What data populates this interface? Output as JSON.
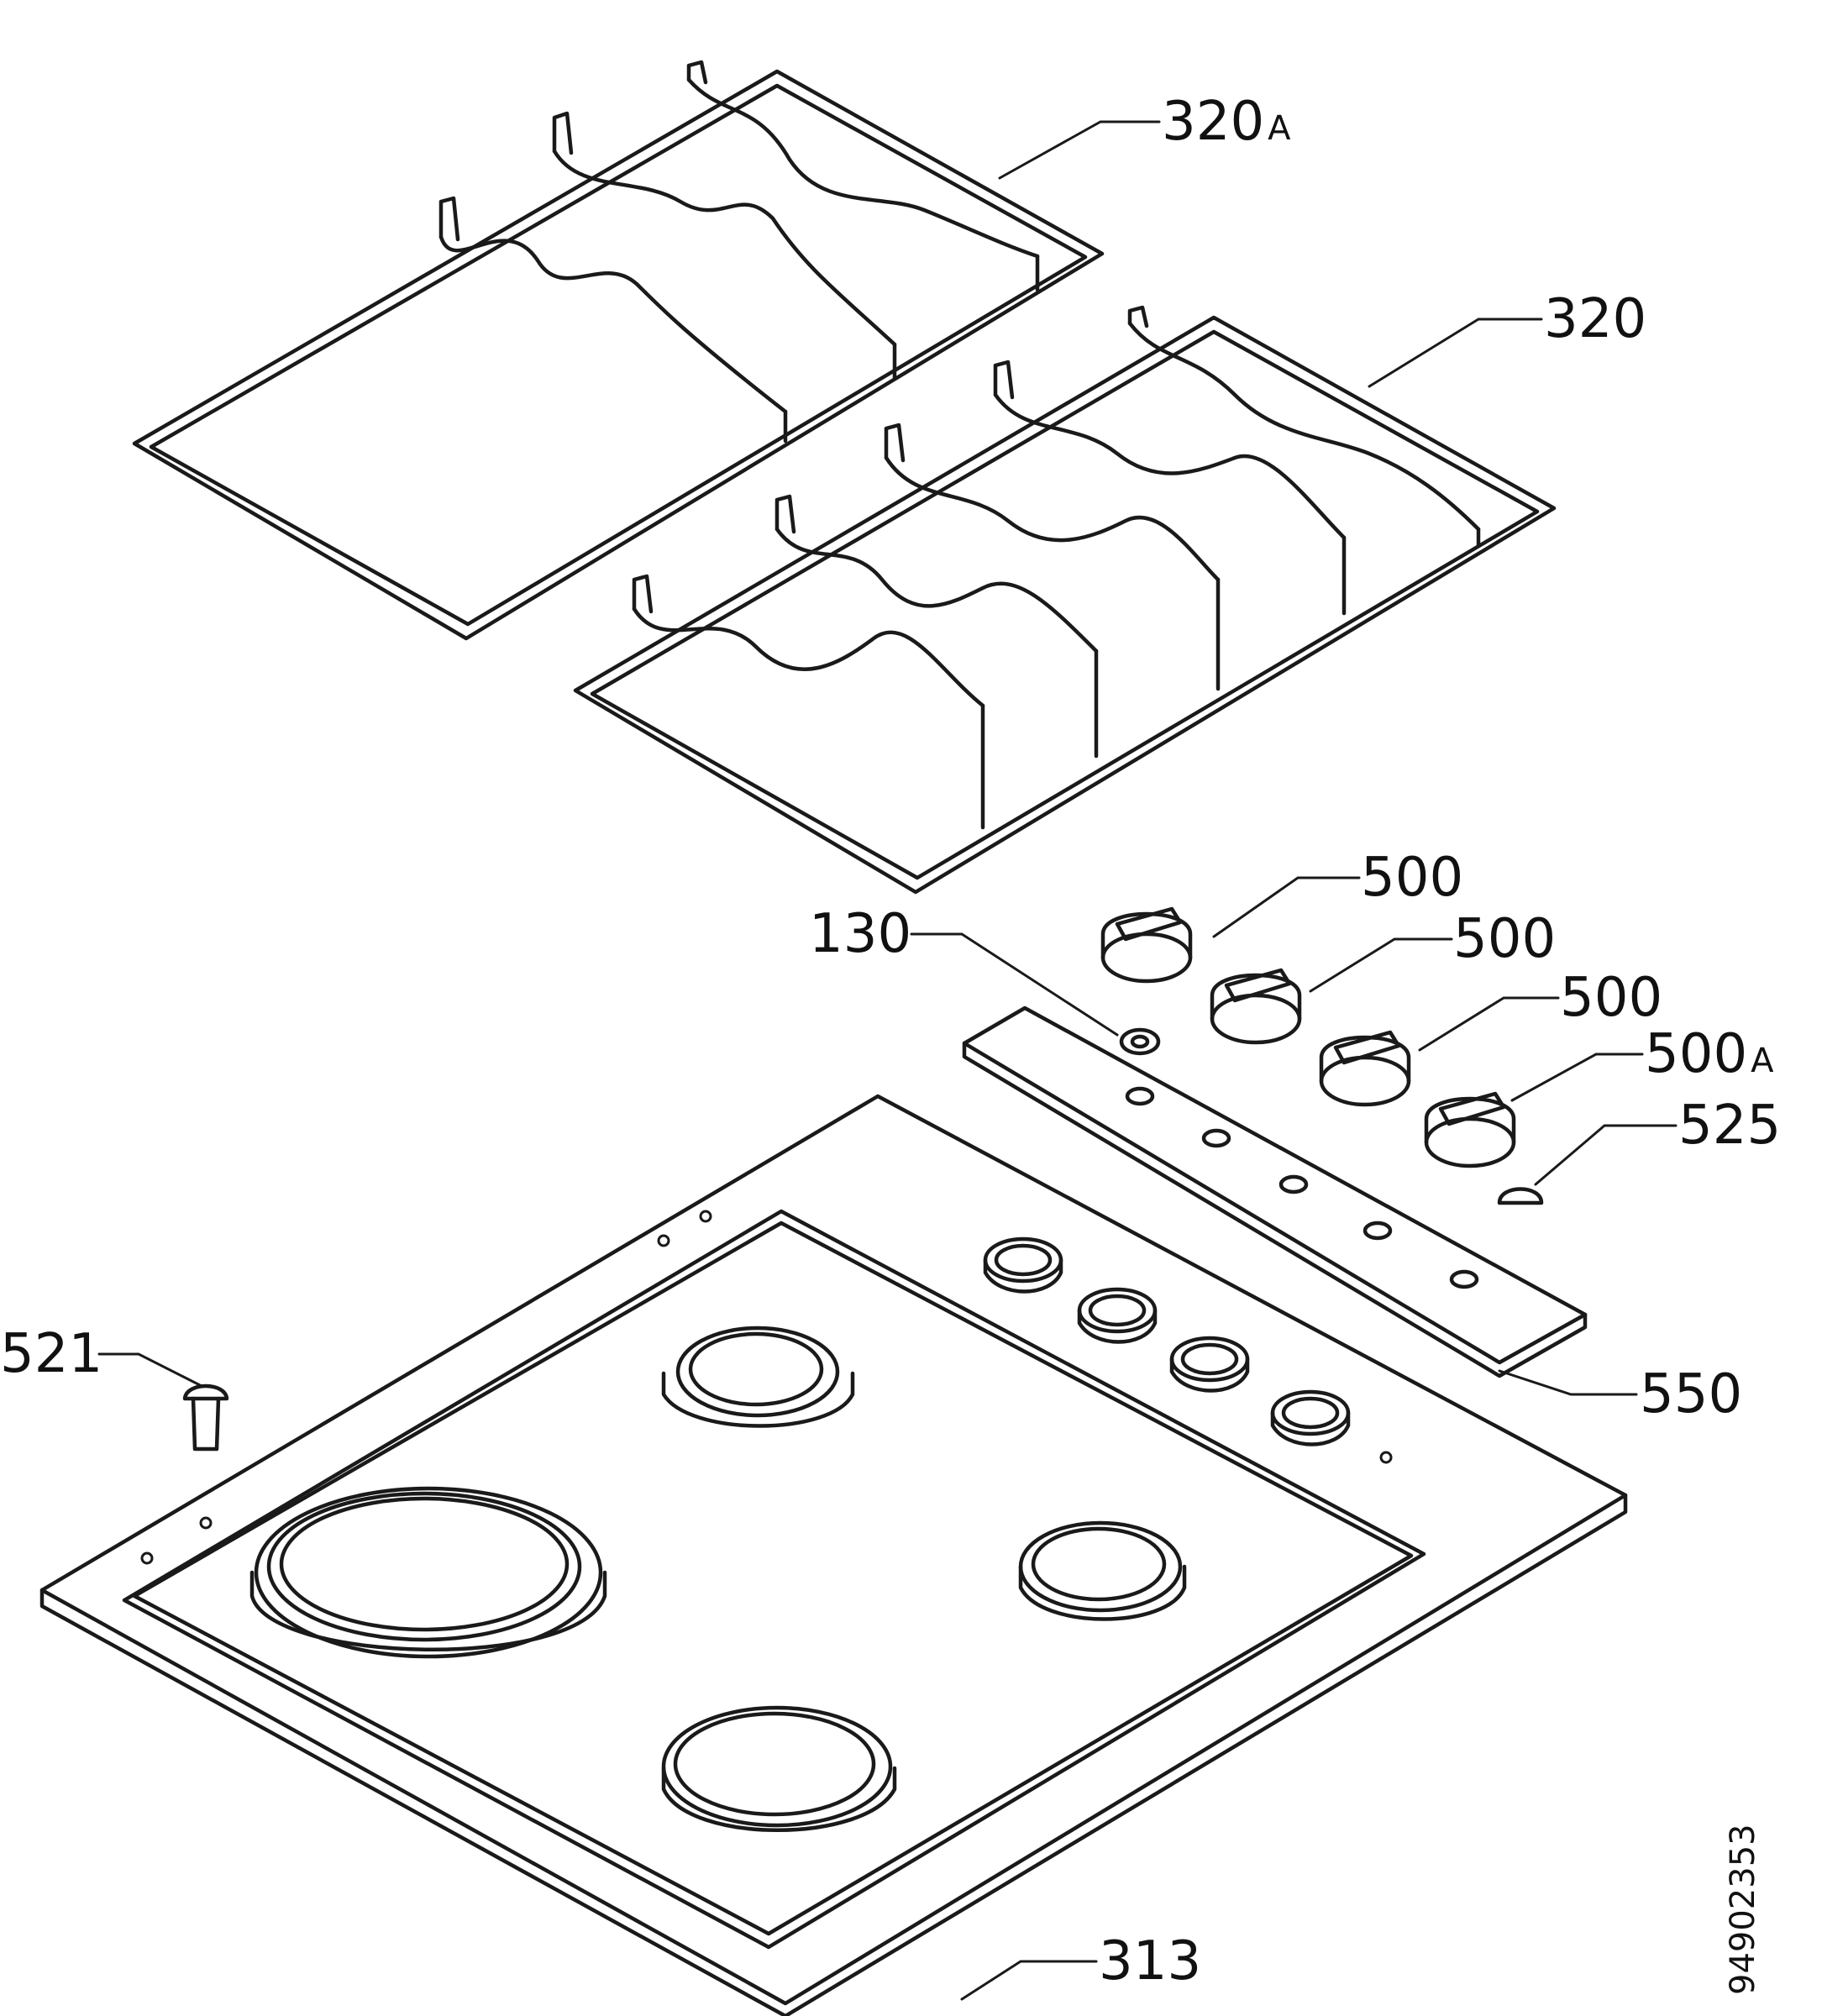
{
  "labels": {
    "l320a": {
      "num": "320",
      "suffix": "A"
    },
    "l320": {
      "num": "320"
    },
    "l500_1": {
      "num": "500"
    },
    "l500_2": {
      "num": "500"
    },
    "l500_3": {
      "num": "500"
    },
    "l500a": {
      "num": "500",
      "suffix": "A"
    },
    "l130": {
      "num": "130"
    },
    "l525": {
      "num": "525"
    },
    "l550": {
      "num": "550"
    },
    "l521": {
      "num": "521"
    },
    "l313": {
      "num": "313"
    }
  },
  "document_id": "94902353"
}
